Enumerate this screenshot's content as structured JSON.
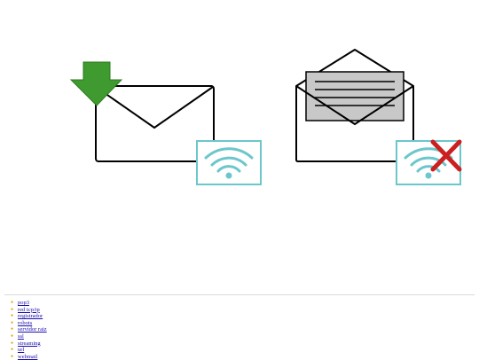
{
  "colors": {
    "stroke": "#000000",
    "download_arrow": "#3f9a2f",
    "wifi": "#6cc7cc",
    "error_x": "#cc1f1f",
    "letter_paper": "#c8c8c8",
    "bullet": "#e0a000",
    "link": "#1a0dab"
  },
  "icons": {
    "left": [
      "envelope-closed-icon",
      "download-arrow-icon",
      "wifi-icon"
    ],
    "right": [
      "envelope-open-icon",
      "letter-icon",
      "wifi-icon",
      "error-x-icon"
    ]
  },
  "links": [
    {
      "label": "pop3"
    },
    {
      "label": "red tcp/ip"
    },
    {
      "label": "registrador"
    },
    {
      "label": "robots"
    },
    {
      "label": "servidor raiz"
    },
    {
      "label": "ssl"
    },
    {
      "label": "streaming"
    },
    {
      "label": "url"
    },
    {
      "label": "webmail"
    }
  ]
}
